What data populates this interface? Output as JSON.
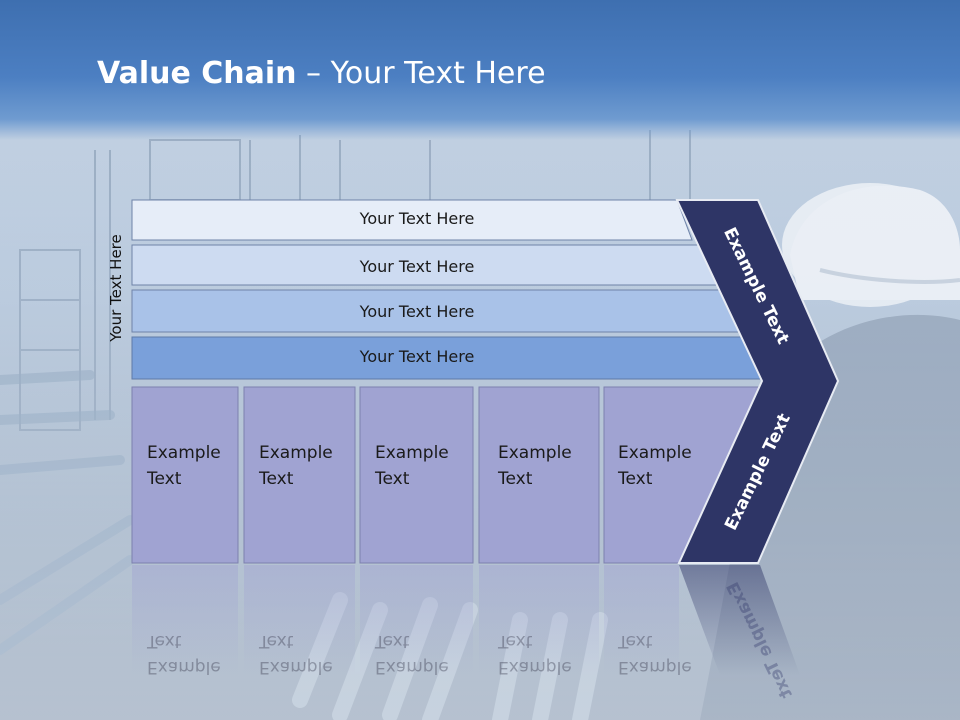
{
  "slide": {
    "title_bold": "Value Chain",
    "title_rest": " – Your Text Here"
  },
  "side_label": "Your Text Here",
  "bands": [
    {
      "label": "Your Text Here",
      "color": "#e6edf8"
    },
    {
      "label": "Your Text Here",
      "color": "#cddbf1"
    },
    {
      "label": "Your Text Here",
      "color": "#a9c2e8"
    },
    {
      "label": "Your Text Here",
      "color": "#7aa0da"
    }
  ],
  "activities": [
    {
      "line1": "Example",
      "line2": "Text"
    },
    {
      "line1": "Example",
      "line2": "Text"
    },
    {
      "line1": "Example",
      "line2": "Text"
    },
    {
      "line1": "Example",
      "line2": "Text"
    },
    {
      "line1": "Example",
      "line2": "Text"
    }
  ],
  "chevron": {
    "top_label": "Example Text",
    "bottom_label": "Example Text",
    "color": "#2e3566"
  },
  "colors": {
    "activity_fill": "#a0a3d2",
    "header_blue": "#4a7dc0"
  }
}
